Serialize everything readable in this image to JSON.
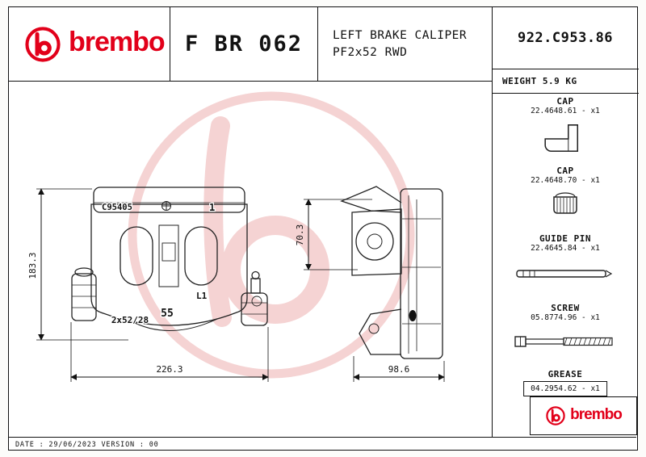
{
  "colors": {
    "brand_red": "#e2001a",
    "line": "#111111",
    "watermark_pink": "#f5d3d3"
  },
  "header": {
    "brand": "brembo",
    "part_code": "F BR 062",
    "product_name_line1": "LEFT BRAKE CALIPER",
    "product_name_line2": "PF2x52 RWD",
    "reference_number": "922.C953.86",
    "weight": "WEIGHT 5.9 KG"
  },
  "drawing": {
    "front_view": {
      "casting_code": "C95405",
      "position_marker": "1",
      "piston_label": "55",
      "l1_label": "L1",
      "pad_spec": "2x52/28",
      "height_dim": "183.3",
      "width_dim": "226.3"
    },
    "side_view": {
      "height_dim": "70.3",
      "width_dim": "98.6"
    }
  },
  "parts_list": [
    {
      "name": "CAP",
      "number": "22.4648.61 - x1",
      "icon": "cap-profile-icon"
    },
    {
      "name": "CAP",
      "number": "22.4648.70 - x1",
      "icon": "cap-plug-icon"
    },
    {
      "name": "GUIDE PIN",
      "number": "22.4645.84 - x1",
      "icon": "guide-pin-icon"
    },
    {
      "name": "SCREW",
      "number": "05.8774.96 - x1",
      "icon": "screw-icon"
    },
    {
      "name": "GREASE",
      "number": "04.2954.62 - x1",
      "icon": "none"
    }
  ],
  "footer": {
    "info": "DATE : 29/06/2023 VERSION : 00",
    "brand": "brembo"
  }
}
